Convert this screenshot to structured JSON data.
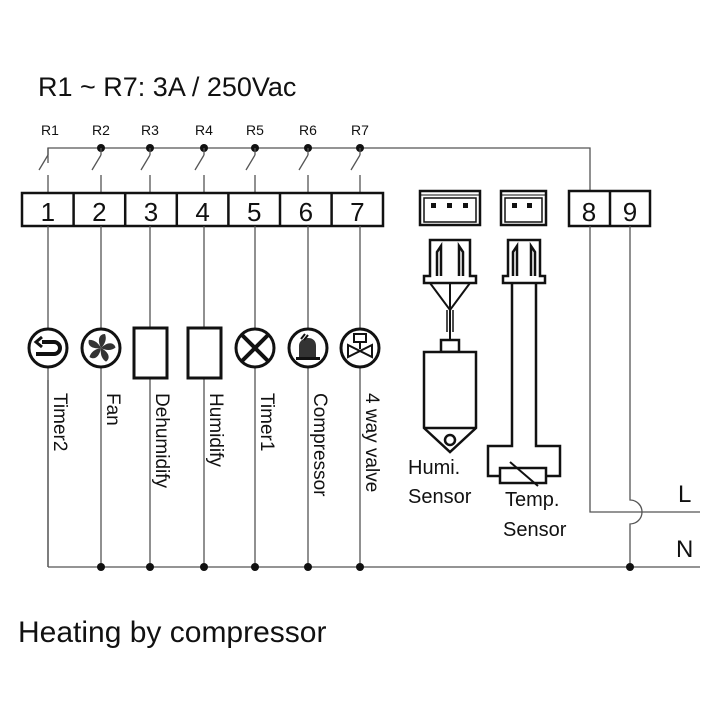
{
  "header": {
    "rating": "R1 ~ R7: 3A / 250Vac"
  },
  "relays": [
    "R1",
    "R2",
    "R3",
    "R4",
    "R5",
    "R6",
    "R7"
  ],
  "terminals": [
    "1",
    "2",
    "3",
    "4",
    "5",
    "6",
    "7"
  ],
  "power_terminals": [
    "8",
    "9"
  ],
  "loads": [
    {
      "label": "Timer2",
      "icon": "timer-return-icon"
    },
    {
      "label": "Fan",
      "icon": "fan-icon"
    },
    {
      "label": "Dehumidify",
      "icon": "dehumidifier-box-icon"
    },
    {
      "label": "Humidify",
      "icon": "humidifier-box-icon"
    },
    {
      "label": "Timer1",
      "icon": "lamp-cross-icon"
    },
    {
      "label": "Compressor",
      "icon": "compressor-icon"
    },
    {
      "label": "4 way valve",
      "icon": "valve-icon"
    }
  ],
  "sensors": {
    "humi": {
      "line1": "Humi.",
      "line2": "Sensor"
    },
    "temp": {
      "line1": "Temp.",
      "line2": "Sensor"
    }
  },
  "power": {
    "live": "L",
    "neutral": "N"
  },
  "footer": {
    "caption": "Heating by compressor"
  }
}
